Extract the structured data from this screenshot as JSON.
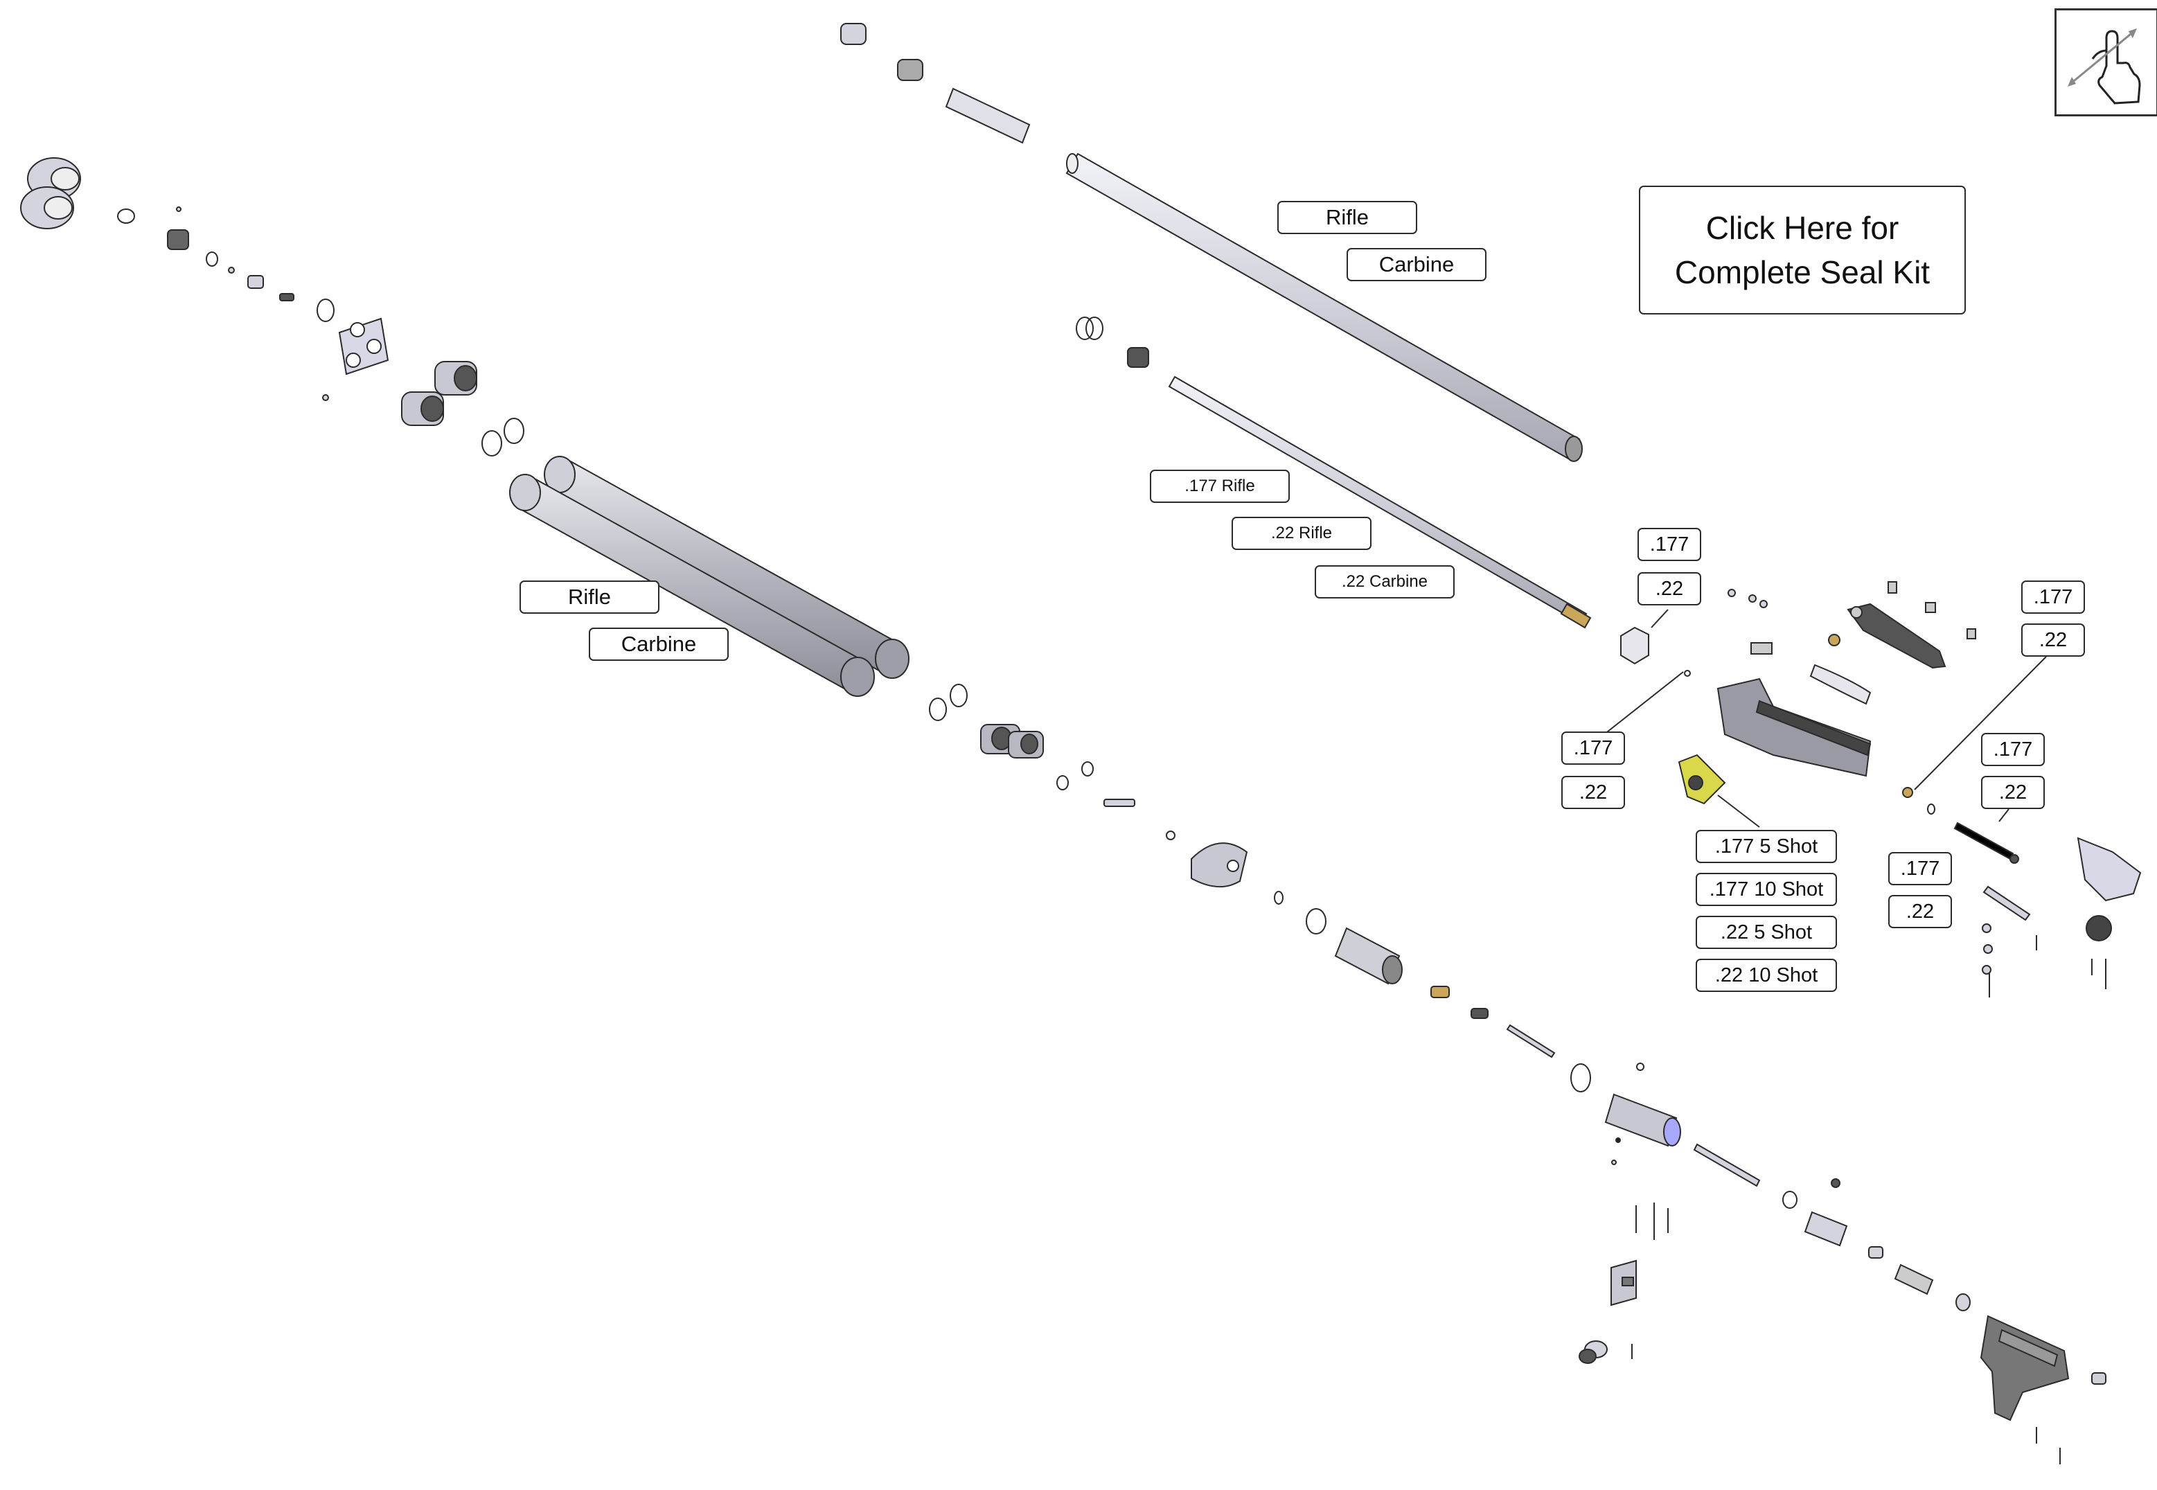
{
  "labels": {
    "barrel_rifle": "Rifle",
    "barrel_carbine": "Carbine",
    "tube_rifle": "Rifle",
    "tube_carbine": "Carbine",
    "barrel177_rifle": ".177 Rifle",
    "barrel22_rifle": ".22 Rifle",
    "barrel22_carbine": ".22 Carbine",
    "probe_177": ".177",
    "probe_22": ".22",
    "oring_177": ".177",
    "oring_22": ".22",
    "mag_177_5": ".177 5 Shot",
    "mag_177_10": ".177 10 Shot",
    "mag_22_5": ".22 5 Shot",
    "mag_22_10": ".22 10 Shot",
    "port_177": ".177",
    "port_22": ".22",
    "bolt_177": ".177",
    "bolt_22": ".22",
    "seal_177": ".177",
    "seal_22": ".22"
  },
  "seal_kit": {
    "line1": "Click Here for",
    "line2": "Complete Seal Kit"
  },
  "icons": {
    "touch": "touch-gesture-icon"
  },
  "colors": {
    "part_fill": "#d4d4de",
    "tube_fill": "#bdbdc4",
    "barrel_fill": "#dcdce6",
    "outline": "#2b2b2b",
    "brass": "#c9a65a",
    "magazine_yellow": "#d8d84a"
  }
}
